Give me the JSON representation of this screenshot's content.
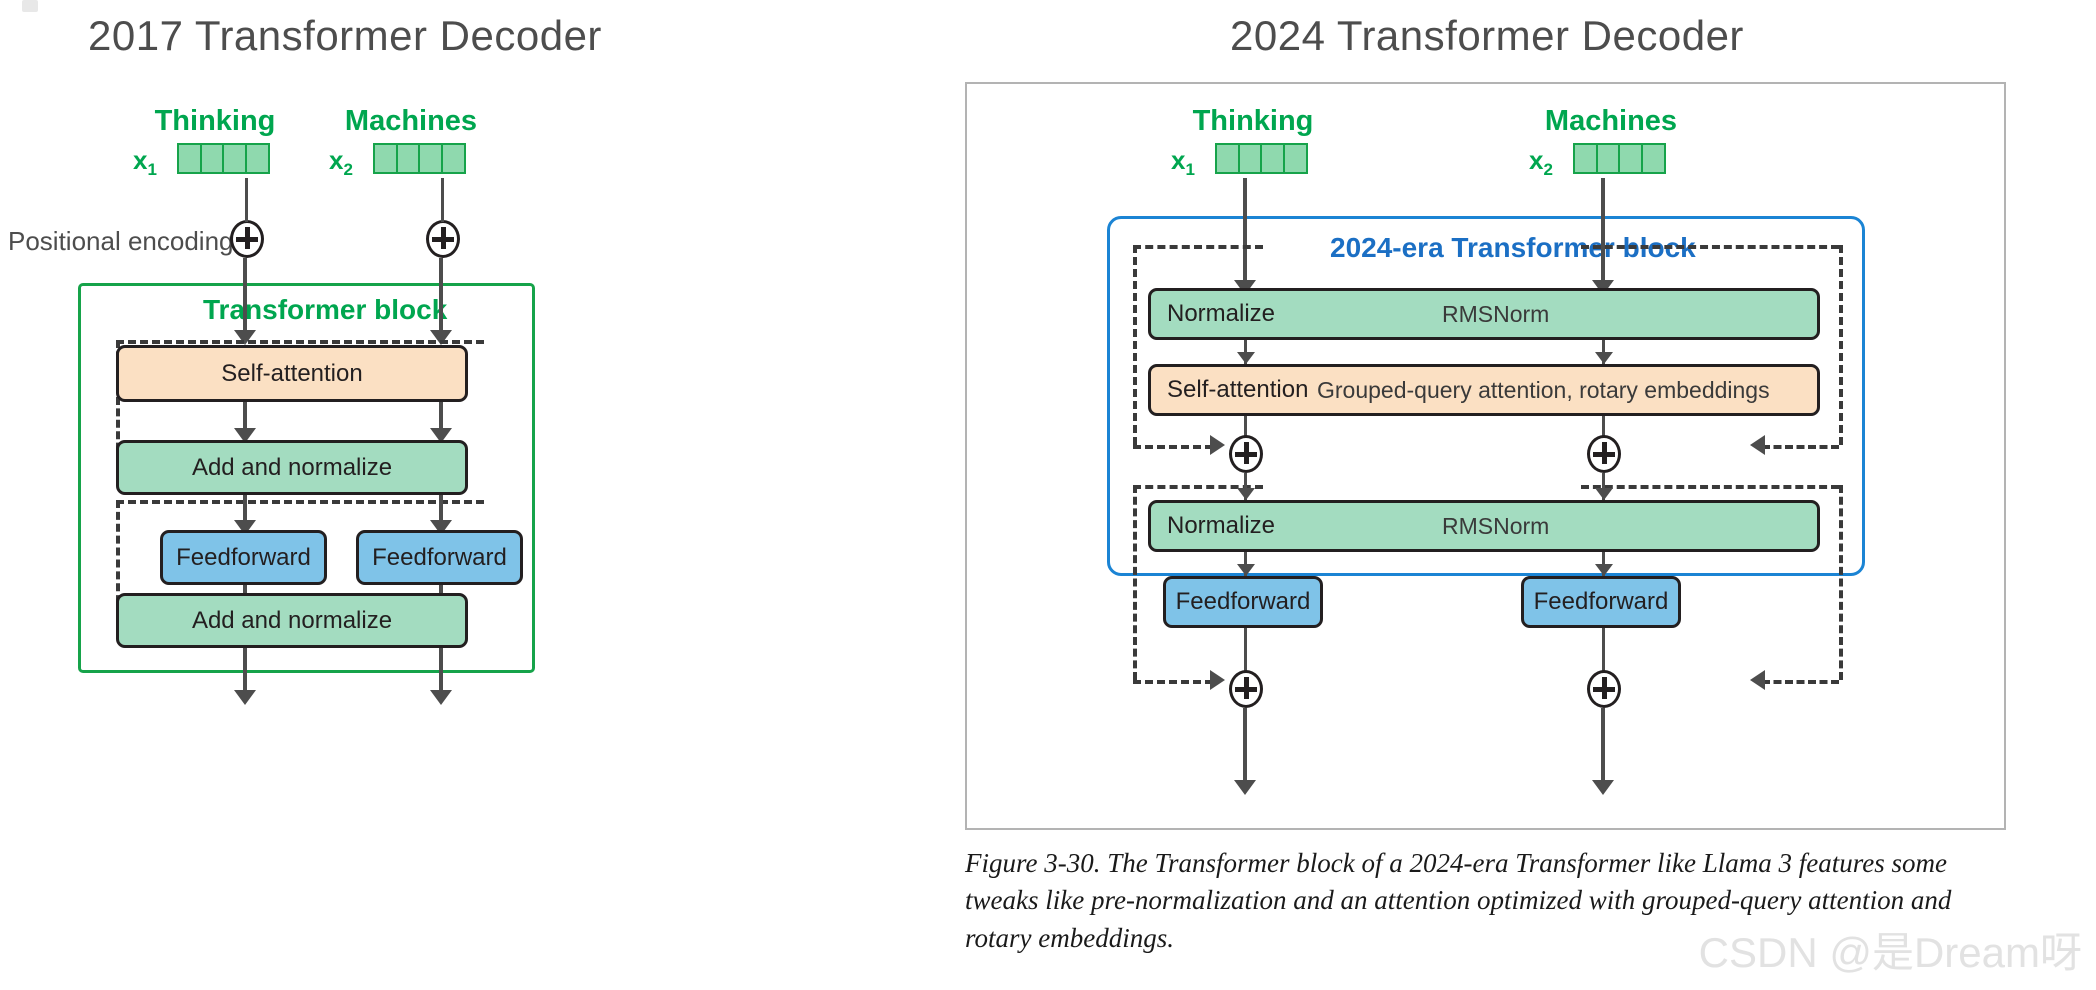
{
  "left_diagram": {
    "title": "2017 Transformer Decoder",
    "tokens": [
      {
        "word": "Thinking",
        "var": "x",
        "sub": "1",
        "cells": 4
      },
      {
        "word": "Machines",
        "var": "x",
        "sub": "2",
        "cells": 4
      }
    ],
    "positional_encoding_label": "Positional encoding",
    "plus_symbol": "+",
    "block_caption": "Transformer block",
    "blocks": [
      {
        "label": "Self-attention",
        "style": "attn",
        "span": "wide"
      },
      {
        "label": "Add and normalize",
        "style": "norm",
        "span": "wide"
      },
      {
        "label": "Feedforward",
        "style": "ff",
        "span": "narrow"
      },
      {
        "label": "Feedforward",
        "style": "ff",
        "span": "narrow"
      },
      {
        "label": "Add and normalize",
        "style": "norm",
        "span": "wide"
      }
    ],
    "colors": {
      "attention": "#fbe0c3",
      "normalize": "#a3dcc0",
      "feedforward": "#7fc3e8",
      "block_border": "#16a34a",
      "token_green": "#00a64f"
    }
  },
  "right_diagram": {
    "title": "2024 Transformer Decoder",
    "tokens": [
      {
        "word": "Thinking",
        "var": "x",
        "sub": "1",
        "cells": 4
      },
      {
        "word": "Machines",
        "var": "x",
        "sub": "2",
        "cells": 4
      }
    ],
    "block_caption": "2024-era Transformer block",
    "plus_symbol": "+",
    "blocks": [
      {
        "label": "Normalize",
        "detail": "RMSNorm",
        "style": "norm",
        "span": "wide"
      },
      {
        "label": "Self-attention",
        "detail": "Grouped-query attention, rotary embeddings",
        "style": "attn",
        "span": "wide"
      },
      {
        "label": "Normalize",
        "detail": "RMSNorm",
        "style": "norm",
        "span": "wide"
      },
      {
        "label": "Feedforward",
        "detail": "",
        "style": "ff",
        "span": "narrow"
      },
      {
        "label": "Feedforward",
        "detail": "",
        "style": "ff",
        "span": "narrow"
      }
    ],
    "colors": {
      "attention": "#fbe0c3",
      "normalize": "#a3dcc0",
      "feedforward": "#7fc3e8",
      "block_border": "#1b84d4",
      "frame_border": "#b3b3b3",
      "token_green": "#00a64f"
    }
  },
  "figure_caption": "Figure 3-30. The Transformer block of a 2024-era Transformer like Llama 3 features some tweaks like pre-normalization and an attention optimized with grouped-query attention and rotary embeddings.",
  "watermark": "CSDN @是Dream呀"
}
